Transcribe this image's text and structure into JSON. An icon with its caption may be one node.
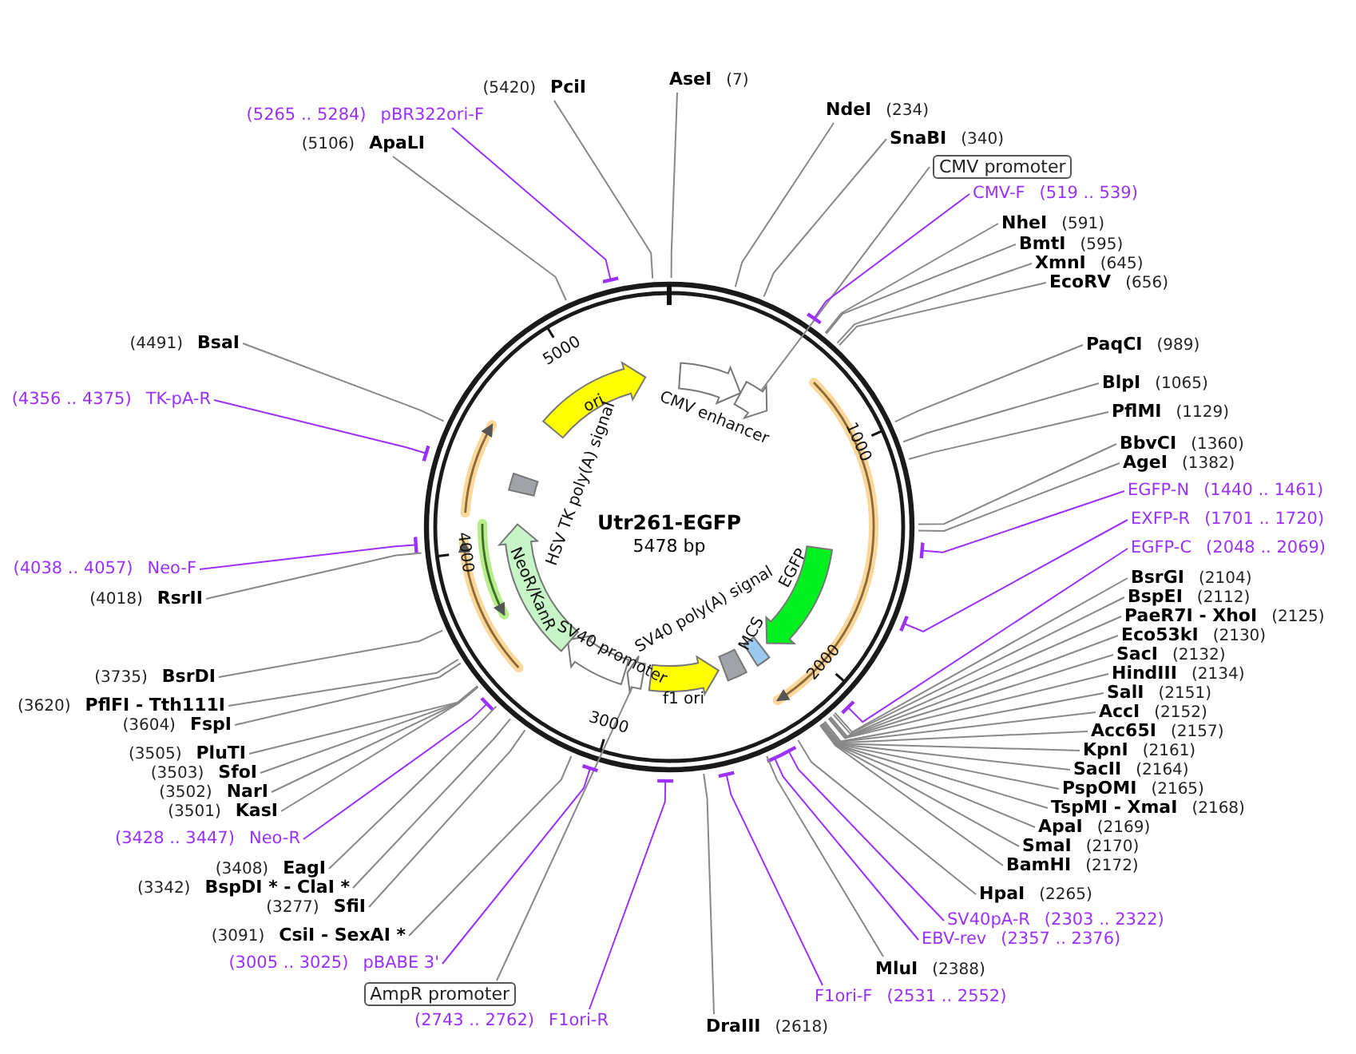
{
  "diagram": {
    "title": "Utr261-EGFP",
    "nodes": [
      {
        "text": [
          "AseI",
          "(7)"
        ]
      },
      {
        "text": [
          "(5420)",
          "PciI"
        ]
      },
      {
        "text": [
          "(5265 .. 5284)",
          "pBR322ori-F"
        ]
      },
      {
        "text": [
          "(5106)",
          "ApaLI"
        ]
      },
      {
        "text": [
          "NdeI",
          "(234)"
        ]
      },
      {
        "text": [
          "SnaBI",
          "(340)"
        ]
      },
      {
        "text": [
          "CMV promoter"
        ]
      },
      {
        "text": [
          "CMV-F",
          "(519 .. 539)"
        ]
      },
      {
        "text": [
          "NheI",
          "(591)"
        ]
      },
      {
        "text": [
          "BmtI",
          "(595)"
        ]
      },
      {
        "text": [
          "XmnI",
          "(645)"
        ]
      },
      {
        "text": [
          "EcoRV",
          "(656)"
        ]
      },
      {
        "text": [
          "PaqCI",
          "(989)"
        ]
      },
      {
        "text": [
          "BlpI",
          "(1065)"
        ]
      },
      {
        "text": [
          "PflMI",
          "(1129)"
        ]
      },
      {
        "text": [
          "BbvCI",
          "(1360)"
        ]
      },
      {
        "text": [
          "AgeI",
          "(1382)"
        ]
      },
      {
        "text": [
          "EGFP-N",
          "(1440 .. 1461)"
        ]
      },
      {
        "text": [
          "EXFP-R",
          "(1701 .. 1720)"
        ]
      },
      {
        "text": [
          "EGFP-C",
          "(2048 .. 2069)"
        ]
      },
      {
        "text": [
          "BsrGI",
          "(2104)"
        ]
      },
      {
        "text": [
          "BspEI",
          "(2112)"
        ]
      },
      {
        "text": [
          "PaeR7I - XhoI",
          "(2125)"
        ]
      },
      {
        "text": [
          "Eco53kI",
          "(2130)"
        ]
      },
      {
        "text": [
          "SacI",
          "(2132)"
        ]
      },
      {
        "text": [
          "HindIII",
          "(2134)"
        ]
      },
      {
        "text": [
          "SalI",
          "(2151)"
        ]
      },
      {
        "text": [
          "AccI",
          "(2152)"
        ]
      },
      {
        "text": [
          "Acc65I",
          "(2157)"
        ]
      },
      {
        "text": [
          "KpnI",
          "(2161)"
        ]
      },
      {
        "text": [
          "SacII",
          "(2164)"
        ]
      },
      {
        "text": [
          "PspOMI",
          "(2165)"
        ]
      },
      {
        "text": [
          "TspMI - XmaI",
          "(2168)"
        ]
      },
      {
        "text": [
          "ApaI",
          "(2169)"
        ]
      },
      {
        "text": [
          "SmaI",
          "(2170)"
        ]
      },
      {
        "text": [
          "BamHI",
          "(2172)"
        ]
      },
      {
        "text": [
          "HpaI",
          "(2265)"
        ]
      },
      {
        "text": [
          "SV40pA-R",
          "(2303 .. 2322)"
        ]
      },
      {
        "text": [
          "EBV-rev",
          "(2357 .. 2376)"
        ]
      },
      {
        "text": [
          "MluI",
          "(2388)"
        ]
      },
      {
        "text": [
          "F1ori-F",
          "(2531 .. 2552)"
        ]
      },
      {
        "text": [
          "DraIII",
          "(2618)"
        ]
      },
      {
        "text": [
          "(2743 .. 2762)",
          "F1ori-R"
        ]
      },
      {
        "text": [
          "AmpR promoter"
        ]
      },
      {
        "text": [
          "(3005 .. 3025)",
          "pBABE 3'"
        ]
      },
      {
        "text": [
          "(3091)",
          "CsiI - SexAI *"
        ]
      },
      {
        "text": [
          "(3277)",
          "SfiI"
        ]
      },
      {
        "text": [
          "(3342)",
          "BspDI * - ClaI *"
        ]
      },
      {
        "text": [
          "(3408)",
          "EagI"
        ]
      },
      {
        "text": [
          "(3428 .. 3447)",
          "Neo-R"
        ]
      },
      {
        "text": [
          "(3501)",
          "KasI"
        ]
      },
      {
        "text": [
          "(3502)",
          "NarI"
        ]
      },
      {
        "text": [
          "(3503)",
          "SfoI"
        ]
      },
      {
        "text": [
          "(3505)",
          "PluTI"
        ]
      },
      {
        "text": [
          "(3604)",
          "FspI"
        ]
      },
      {
        "text": [
          "(3620)",
          "PflFI - Tth111I"
        ]
      },
      {
        "text": [
          "(3735)",
          "BsrDI"
        ]
      },
      {
        "text": [
          "(4018)",
          "RsrII"
        ]
      },
      {
        "text": [
          "(4038 .. 4057)",
          "Neo-F"
        ]
      },
      {
        "text": [
          "(4356 .. 4375)",
          "TK-pA-R"
        ]
      },
      {
        "text": [
          "(4491)",
          "BsaI"
        ]
      },
      {
        "text": [
          "CMV enhancer"
        ]
      },
      {
        "text": [
          "EGFP"
        ]
      },
      {
        "text": [
          "MCS"
        ]
      },
      {
        "text": [
          "SV40 poly(A) signal"
        ]
      },
      {
        "text": [
          "f1 ori"
        ]
      },
      {
        "text": [
          "SV40 promoter"
        ]
      },
      {
        "text": [
          "NeoR/KanR"
        ]
      },
      {
        "text": [
          "HSV TK poly(A) signal"
        ]
      },
      {
        "text": [
          "ori"
        ]
      },
      {
        "text": [],
        "shape": "arrow"
      },
      {
        "text": [],
        "shape": "arrow"
      }
    ],
    "edges": [
      {
        "from": 0,
        "to": null,
        "arrow": "none"
      },
      {
        "from": 1,
        "to": null,
        "arrow": "none"
      },
      {
        "from": 2,
        "to": null,
        "arrow": "other",
        "color": "#9b30ff"
      },
      {
        "from": 3,
        "to": null,
        "arrow": "none"
      },
      {
        "from": 4,
        "to": null,
        "arrow": "none"
      },
      {
        "from": 5,
        "to": null,
        "arrow": "none"
      },
      {
        "from": 6,
        "to": 70,
        "arrow": "none"
      },
      {
        "from": 7,
        "to": null,
        "arrow": "other",
        "color": "#9b30ff"
      },
      {
        "from": 8,
        "to": null,
        "arrow": "none"
      },
      {
        "from": 9,
        "to": null,
        "arrow": "none"
      },
      {
        "from": 10,
        "to": null,
        "arrow": "none"
      },
      {
        "from": 11,
        "to": null,
        "arrow": "none"
      },
      {
        "from": 12,
        "to": null,
        "arrow": "none"
      },
      {
        "from": 13,
        "to": null,
        "arrow": "none"
      },
      {
        "from": 14,
        "to": null,
        "arrow": "none"
      },
      {
        "from": 15,
        "to": null,
        "arrow": "none"
      },
      {
        "from": 16,
        "to": null,
        "arrow": "none"
      },
      {
        "from": 17,
        "to": null,
        "arrow": "other",
        "color": "#9b30ff"
      },
      {
        "from": 18,
        "to": null,
        "arrow": "other",
        "color": "#9b30ff"
      },
      {
        "from": 19,
        "to": null,
        "arrow": "other",
        "color": "#9b30ff"
      },
      {
        "from": 20,
        "to": null,
        "arrow": "none"
      },
      {
        "from": 21,
        "to": null,
        "arrow": "none"
      },
      {
        "from": 22,
        "to": null,
        "arrow": "none"
      },
      {
        "from": 23,
        "to": null,
        "arrow": "none"
      },
      {
        "from": 24,
        "to": null,
        "arrow": "none"
      },
      {
        "from": 25,
        "to": null,
        "arrow": "none"
      },
      {
        "from": 26,
        "to": null,
        "arrow": "none"
      },
      {
        "from": 27,
        "to": null,
        "arrow": "none"
      },
      {
        "from": 28,
        "to": null,
        "arrow": "none"
      },
      {
        "from": 29,
        "to": null,
        "arrow": "none"
      },
      {
        "from": 30,
        "to": null,
        "arrow": "none"
      },
      {
        "from": 31,
        "to": null,
        "arrow": "none"
      },
      {
        "from": 32,
        "to": null,
        "arrow": "none"
      },
      {
        "from": 33,
        "to": null,
        "arrow": "none"
      },
      {
        "from": 34,
        "to": null,
        "arrow": "none"
      },
      {
        "from": 35,
        "to": null,
        "arrow": "none"
      },
      {
        "from": 36,
        "to": null,
        "arrow": "none"
      },
      {
        "from": 37,
        "to": null,
        "arrow": "other",
        "color": "#9b30ff"
      },
      {
        "from": 38,
        "to": null,
        "arrow": "other",
        "color": "#9b30ff"
      },
      {
        "from": 39,
        "to": null,
        "arrow": "none"
      },
      {
        "from": 40,
        "to": null,
        "arrow": "other",
        "color": "#9b30ff"
      },
      {
        "from": 41,
        "to": null,
        "arrow": "none"
      },
      {
        "from": 42,
        "to": null,
        "arrow": "other",
        "color": "#9b30ff"
      },
      {
        "from": 43,
        "to": 71,
        "arrow": "none"
      },
      {
        "from": 44,
        "to": null,
        "arrow": "other",
        "color": "#9b30ff"
      },
      {
        "from": 45,
        "to": null,
        "arrow": "none"
      },
      {
        "from": 46,
        "to": null,
        "arrow": "none"
      },
      {
        "from": 47,
        "to": null,
        "arrow": "none"
      },
      {
        "from": 48,
        "to": null,
        "arrow": "none"
      },
      {
        "from": 49,
        "to": null,
        "arrow": "other",
        "color": "#9b30ff"
      },
      {
        "from": 50,
        "to": null,
        "arrow": "none"
      },
      {
        "from": 51,
        "to": null,
        "arrow": "none"
      },
      {
        "from": 52,
        "to": null,
        "arrow": "none"
      },
      {
        "from": 53,
        "to": null,
        "arrow": "none"
      },
      {
        "from": 54,
        "to": null,
        "arrow": "none"
      },
      {
        "from": 55,
        "to": null,
        "arrow": "none"
      },
      {
        "from": 56,
        "to": null,
        "arrow": "none"
      },
      {
        "from": 57,
        "to": null,
        "arrow": "none"
      },
      {
        "from": 58,
        "to": null,
        "arrow": "other",
        "color": "#9b30ff"
      },
      {
        "from": 59,
        "to": null,
        "arrow": "other",
        "color": "#9b30ff"
      },
      {
        "from": 60,
        "to": null,
        "arrow": "none"
      }
    ],
    "labels": [
      "5478 bp",
      "5000",
      "1000",
      "2000",
      "3000",
      "4000"
    ]
  }
}
